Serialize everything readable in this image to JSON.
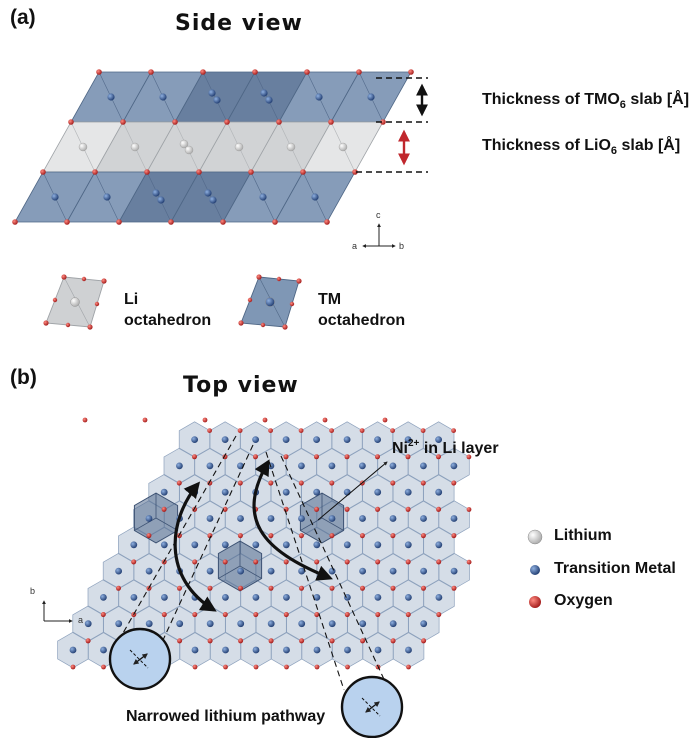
{
  "panel_a": {
    "tag": "(a)",
    "title": "Side view",
    "thickness_tmo6": {
      "prefix": "Thickness of TMO",
      "sub": "6",
      "suffix": " slab [Å]"
    },
    "thickness_lio6": {
      "prefix": "Thickness of LiO",
      "sub": "6",
      "suffix": " slab [Å]"
    },
    "axes": {
      "c": "c",
      "a": "a",
      "b": "b"
    },
    "legend": {
      "li": {
        "line1": "Li",
        "line2": "octahedron"
      },
      "tm": {
        "line1": "TM",
        "line2": "octahedron"
      }
    }
  },
  "panel_b": {
    "tag": "(b)",
    "title": "Top view",
    "ni_label": {
      "prefix": "Ni",
      "sup": "2+",
      "suffix": " in Li layer"
    },
    "pathway_label": "Narrowed lithium pathway",
    "axes": {
      "b": "b",
      "a": "a"
    }
  },
  "legend": {
    "lithium": "Lithium",
    "transition_metal": "Transition Metal",
    "oxygen": "Oxygen"
  },
  "colors": {
    "tm_octahedron": "#7f97b5",
    "li_octahedron": "#cfd1d3",
    "oxygen": "#c9302c",
    "tm_atom": "#2f4f86",
    "lithium": "#e4e4e4",
    "red_arrow": "#c0272d"
  }
}
